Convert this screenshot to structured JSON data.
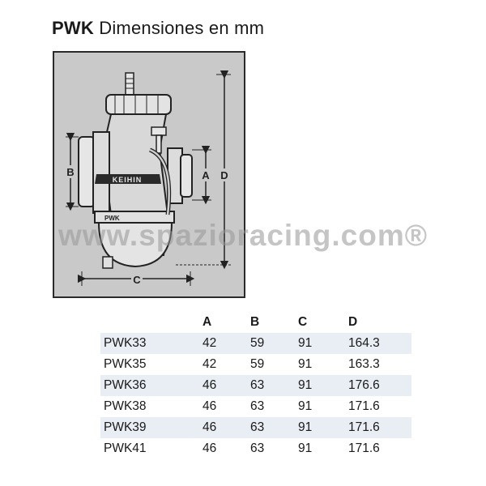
{
  "heading": {
    "bold": "PWK",
    "text": " Dimensiones en mm"
  },
  "figure": {
    "labels": {
      "a": "A",
      "b": "B",
      "c": "C",
      "d": "D"
    },
    "brand_text": "KEIHIN",
    "model_text": "PWK"
  },
  "watermark": "www.spazioracing.com®",
  "table": {
    "headers": [
      "",
      "A",
      "B",
      "C",
      "D"
    ],
    "rows": [
      [
        "PWK33",
        "42",
        "59",
        "91",
        "164.3"
      ],
      [
        "PWK35",
        "42",
        "59",
        "91",
        "163.3"
      ],
      [
        "PWK36",
        "46",
        "63",
        "91",
        "176.6"
      ],
      [
        "PWK38",
        "46",
        "63",
        "91",
        "171.6"
      ],
      [
        "PWK39",
        "46",
        "63",
        "91",
        "171.6"
      ],
      [
        "PWK41",
        "46",
        "63",
        "91",
        "171.6"
      ]
    ]
  }
}
